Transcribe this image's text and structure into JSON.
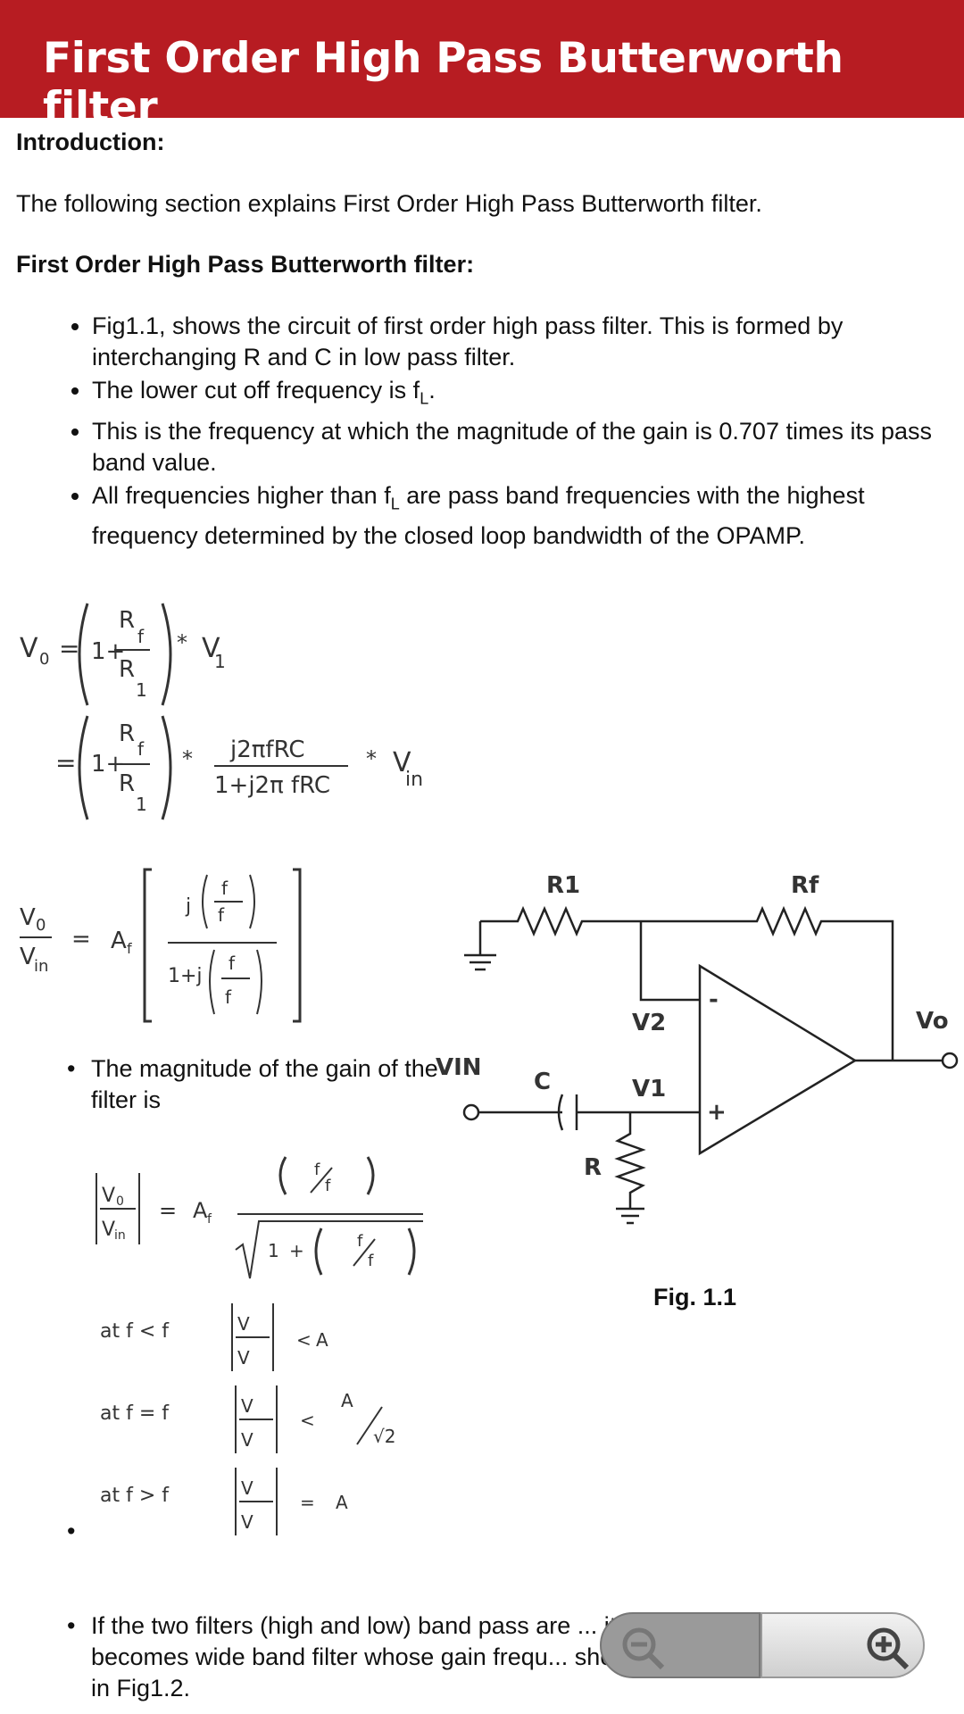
{
  "header": {
    "title": "First Order High Pass Butterworth filter",
    "bg_color": "#b71c22"
  },
  "intro": {
    "heading": "Introduction:",
    "text": "The following section explains First Order High Pass Butterworth filter."
  },
  "section": {
    "heading": "First Order High Pass Butterworth filter:",
    "bullets": [
      "Fig1.1, shows the circuit of first order high pass filter. This is formed by interchanging R and C in low pass filter.",
      "The lower cut off frequency is f",
      "This is the frequency at which the magnitude of the gain is 0.707 times its pass band value.",
      "All frequencies higher than f",
      " are pass band frequencies with the highest frequency determined by the closed loop bandwidth of the OPAMP."
    ],
    "sub_L": "L",
    "period": "."
  },
  "gain_bullet": "The magnitude of the gain of the filter is",
  "last_bullet": "If the two filters (high and low) band pass are ... it becomes wide band filter whose gain frequ... shown in Fig1.2.",
  "figure": {
    "caption": "Fig. 1.1",
    "labels": {
      "r1": "R1",
      "rf": "Rf",
      "v2": "V2",
      "v1": "V1",
      "vo": "Vo",
      "vin": "VIN",
      "c": "C",
      "r": "R",
      "minus": "-",
      "plus": "+"
    }
  },
  "equations": {
    "vo": "V",
    "sub0": "0",
    "eq": "=",
    "one_plus": "1+",
    "R": "R",
    "f": "f",
    "sub1": "1",
    "star": "*",
    "V1": "V",
    "in": "in",
    "j2pifRC": "j2πfRC",
    "den": "1+j2π fRC",
    "Af": "A",
    "j": "j",
    "fL": "f",
    "onej": "1+j",
    "at_lt": "at f < f",
    "at_eq": "at f = f",
    "at_gt": "at f > f",
    "lt": "<",
    "equal": "=",
    "sqrt2": "√2",
    "one": "1",
    "plus": "+"
  },
  "zoom": {
    "out_icon": "zoom-out-icon",
    "in_icon": "zoom-in-icon"
  }
}
